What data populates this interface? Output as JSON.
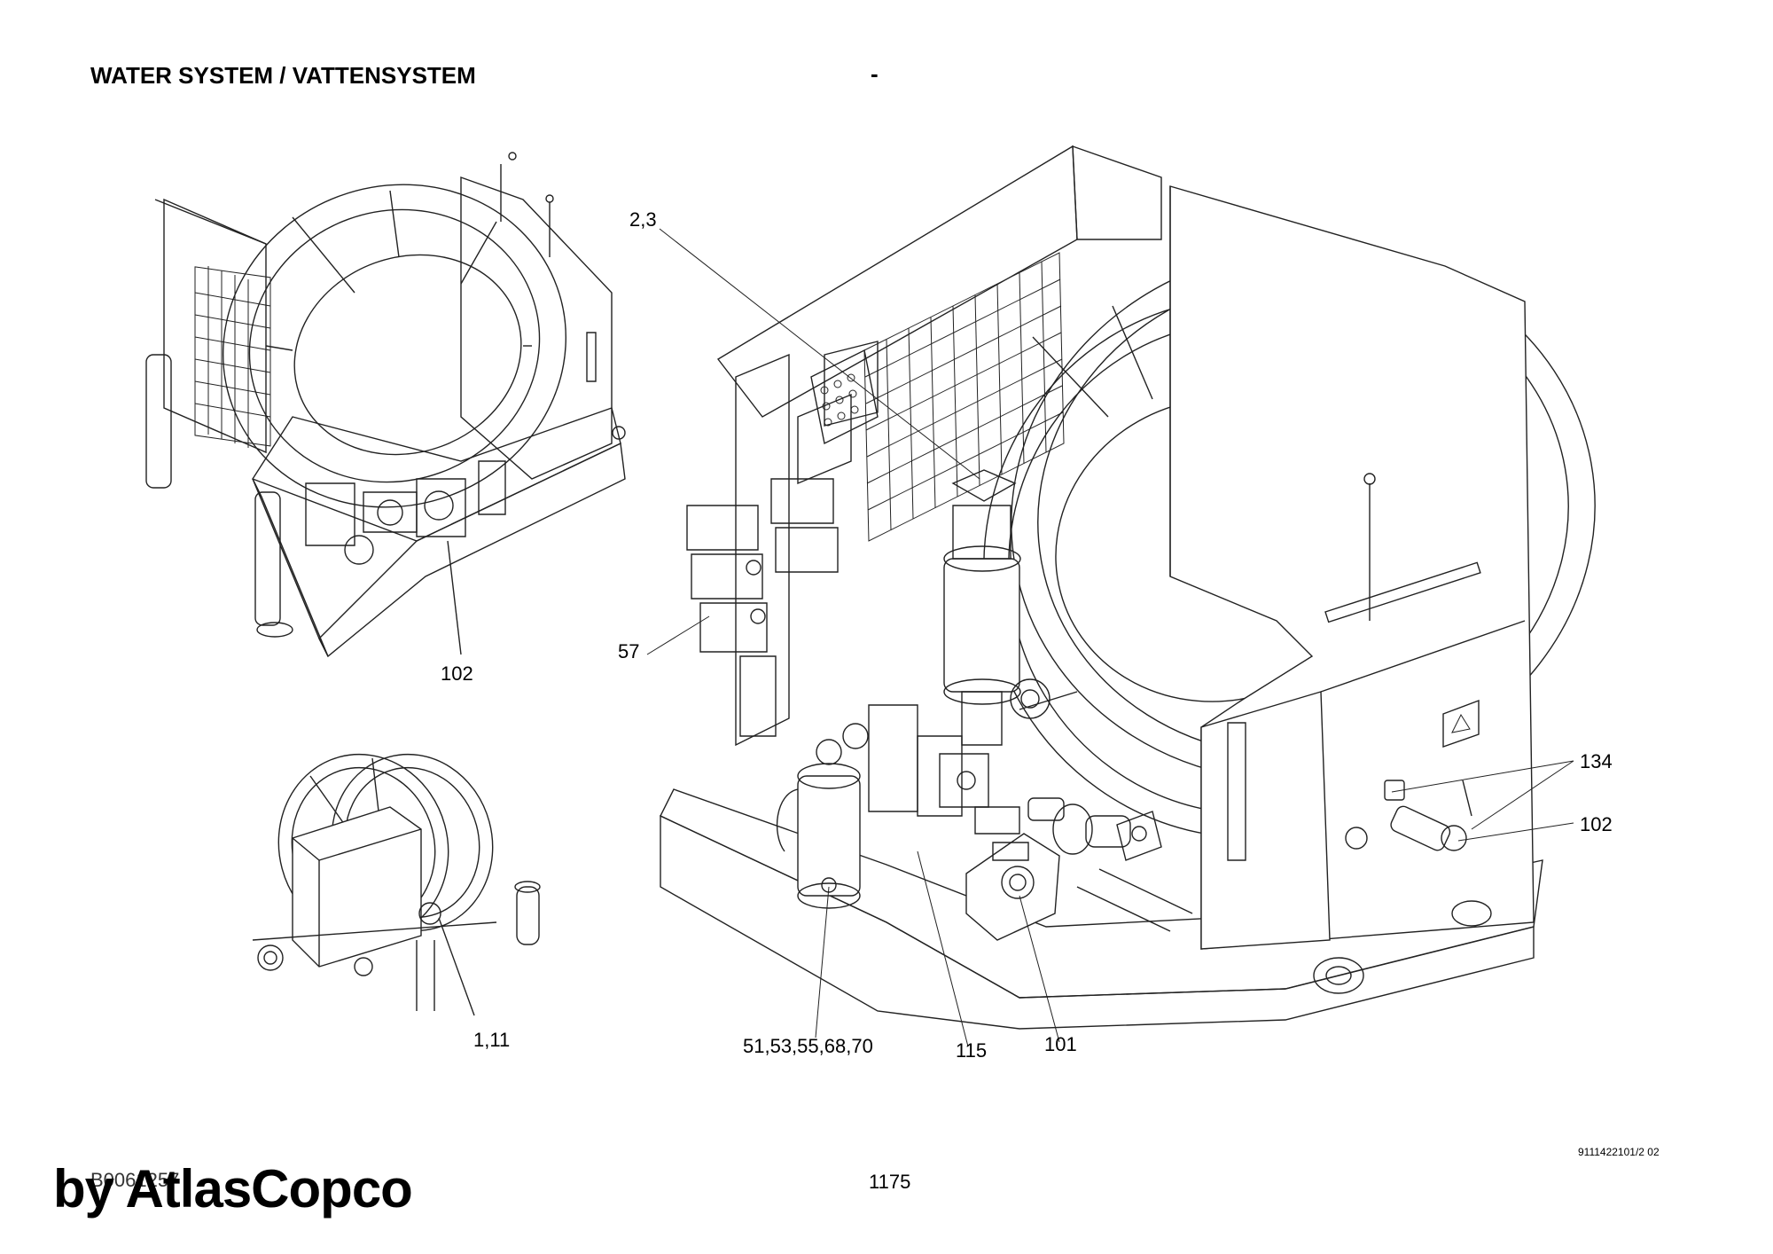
{
  "header": {
    "title": "WATER SYSTEM / VATTENSYSTEM",
    "separator": "-"
  },
  "callouts": {
    "c_2_3": "2,3",
    "c_57": "57",
    "c_102_left": "102",
    "c_1_11": "1,11",
    "c_51": "51,53,55,68,70",
    "c_115": "115",
    "c_101": "101",
    "c_134": "134",
    "c_102_right": "102"
  },
  "footer": {
    "drawing_code": "B0061257",
    "page_number": "1175",
    "document_number": "9111422101/2 02",
    "watermark": "by AtlasCopco"
  }
}
